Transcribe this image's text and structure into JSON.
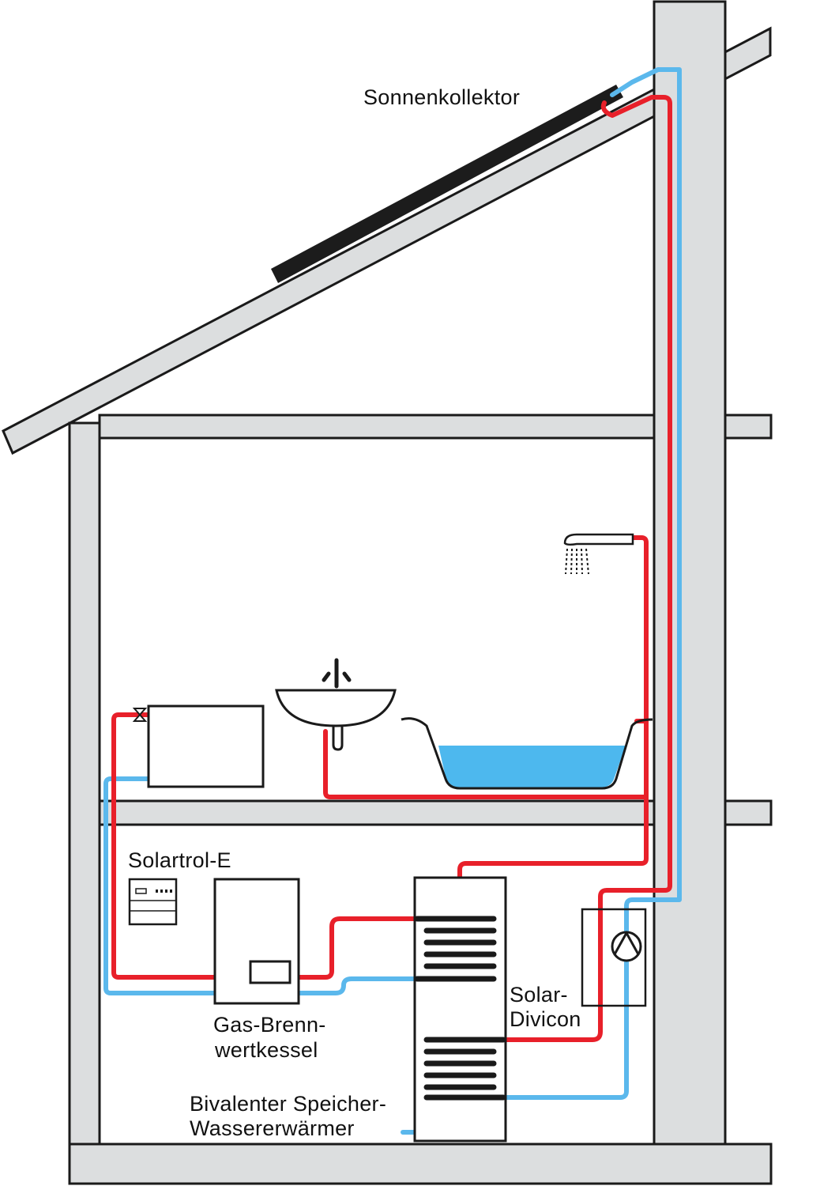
{
  "labels": {
    "collector": "Sonnenkollektor",
    "controller": "Solartrol-E",
    "boiler_line1": "Gas-Brenn-",
    "boiler_line2": "wertkessel",
    "pump_line1": "Solar-",
    "pump_line2": "Divicon",
    "storage_line1": "Bivalenter Speicher-",
    "storage_line2": "Wassererwärmer"
  },
  "colors": {
    "wall_fill": "#dcdedf",
    "outline": "#1a1a1a",
    "hot_pipe": "#e8202a",
    "cold_pipe": "#5bb8ec",
    "water": "#4db8ee",
    "collector": "#1c1c1c"
  }
}
